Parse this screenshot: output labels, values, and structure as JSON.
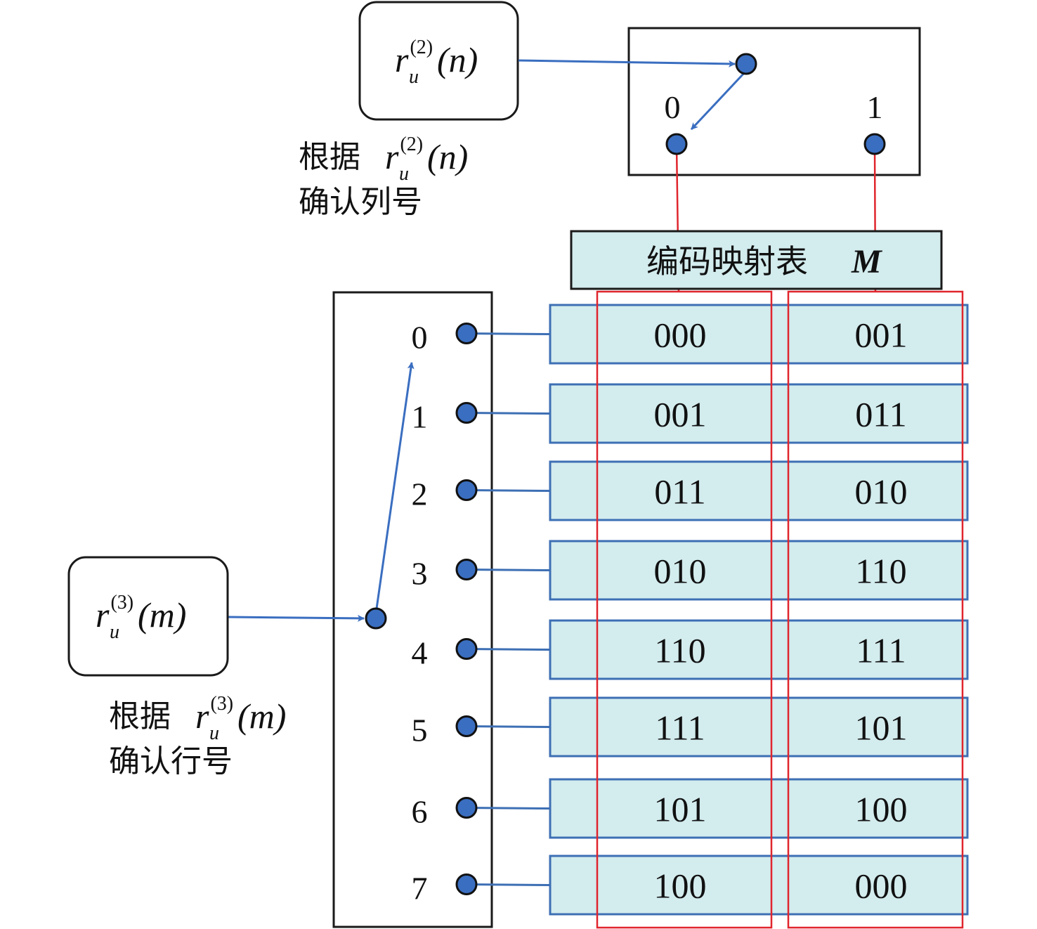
{
  "colors": {
    "blue": "#3a6ec0",
    "dot_fill": "#3a6ec0",
    "dot_stroke": "#111111",
    "red": "#e0252d",
    "cell_fill": "#d3ecee",
    "cell_stroke": "#3d6fb4",
    "box_stroke": "#1a1a1a"
  },
  "column_source": {
    "symbol": "r",
    "subscript": "u",
    "superscript": "(2)",
    "argument": "(n)",
    "caption_prefix": "根据",
    "caption_line2": "确认列号"
  },
  "row_source": {
    "symbol": "r",
    "subscript": "u",
    "superscript": "(3)",
    "argument": "(m)",
    "caption_prefix": "根据",
    "caption_line2": "确认行号"
  },
  "column_switch": {
    "labels": [
      "0",
      "1"
    ],
    "selected": "0"
  },
  "row_switch": {
    "labels": [
      "0",
      "1",
      "2",
      "3",
      "4",
      "5",
      "6",
      "7"
    ],
    "selected": "0"
  },
  "table": {
    "title_text": "编码映射表",
    "title_symbol": "M",
    "rows": [
      [
        "000",
        "001"
      ],
      [
        "001",
        "011"
      ],
      [
        "011",
        "010"
      ],
      [
        "010",
        "110"
      ],
      [
        "110",
        "111"
      ],
      [
        "111",
        "101"
      ],
      [
        "101",
        "100"
      ],
      [
        "100",
        "000"
      ]
    ]
  }
}
